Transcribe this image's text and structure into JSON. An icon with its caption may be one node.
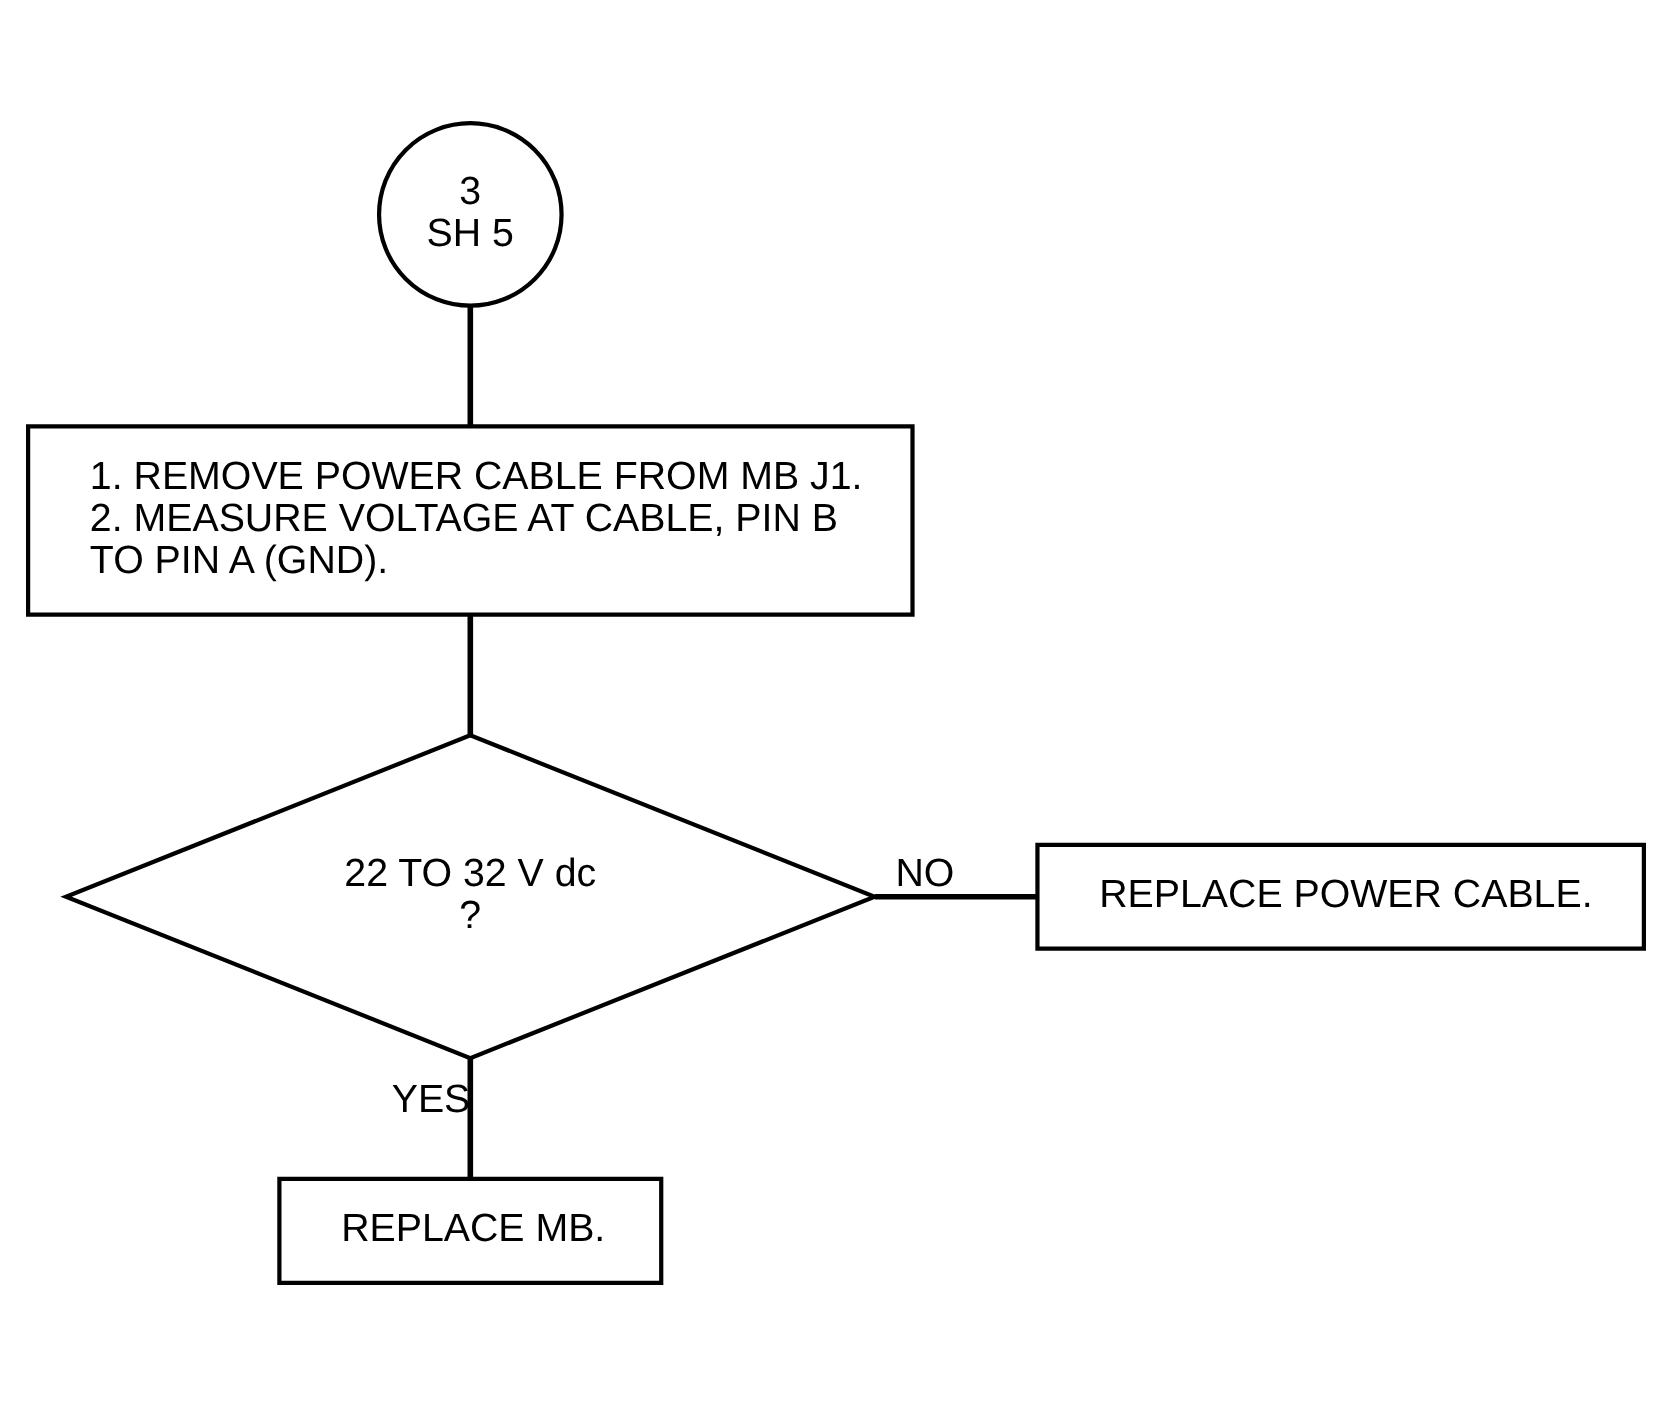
{
  "diagram": {
    "nodes": [
      {
        "text": [
          "3",
          "SH 5"
        ]
      },
      {
        "text": [
          "1. REMOVE POWER CABLE FROM MB J1.",
          "2. MEASURE VOLTAGE AT CABLE, PIN B TO PIN A (GND)."
        ]
      },
      {
        "text": [
          "22 TO 32 V dc ?"
        ]
      },
      {
        "text": [
          "REPLACE POWER CABLE."
        ]
      },
      {
        "text": [
          "REPLACE MB."
        ]
      }
    ],
    "edges": [
      {
        "from": 0,
        "to": 1,
        "arrow": "none"
      },
      {
        "from": 1,
        "to": 2,
        "arrow": "none"
      },
      {
        "from": 2,
        "to": 3,
        "arrow": "none",
        "label": "NO"
      },
      {
        "from": 2,
        "to": 4,
        "arrow": "none",
        "label": "YES"
      }
    ]
  }
}
